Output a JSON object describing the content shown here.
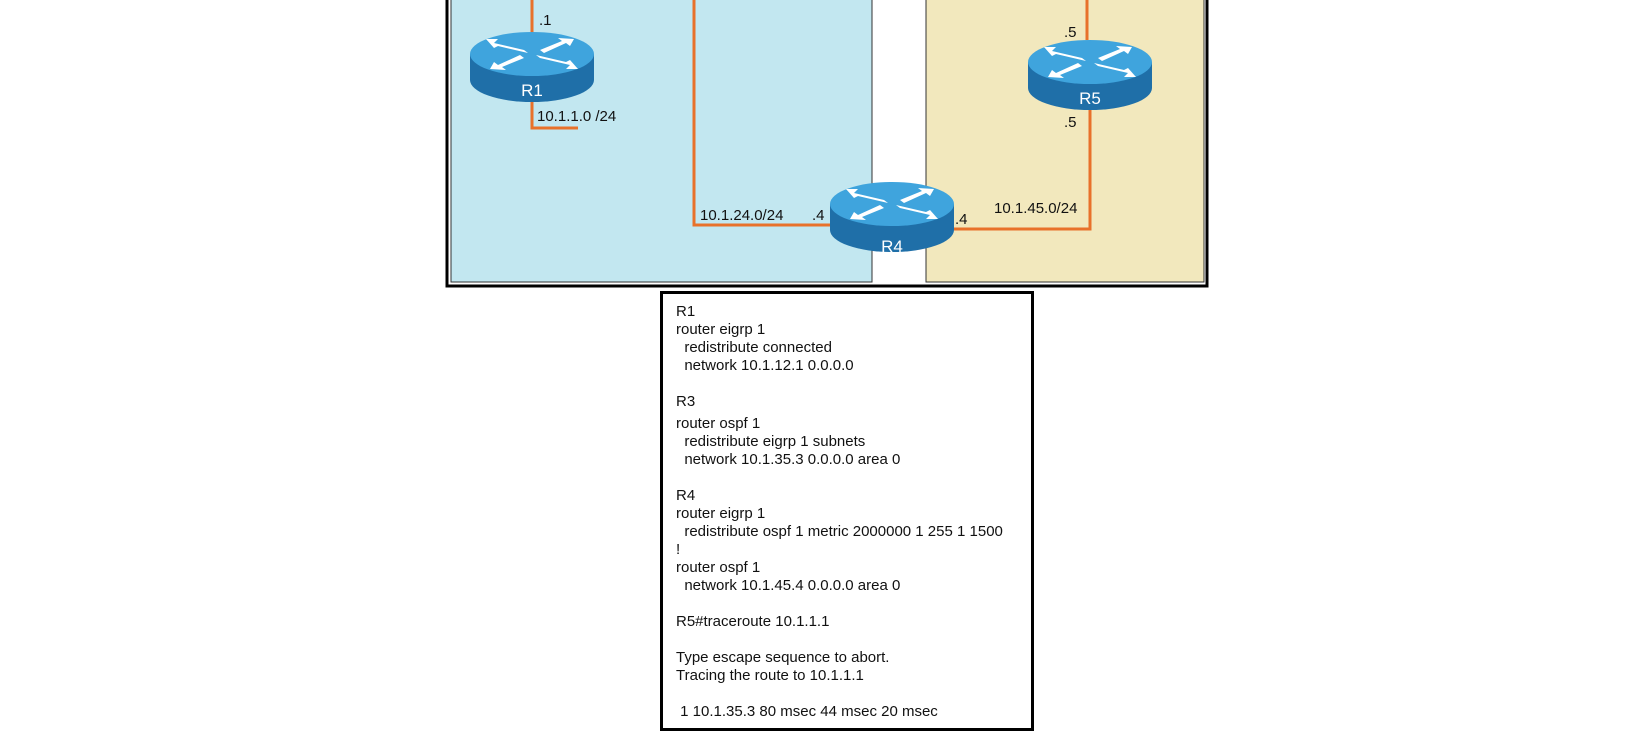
{
  "colors": {
    "left_area": "#c2e7f0",
    "right_area": "#f2e8bd",
    "link": "#e8712a",
    "router_top": "#3fa4dd",
    "router_side": "#1f6fa8"
  },
  "routers": [
    {
      "name": "R1"
    },
    {
      "name": "R5"
    },
    {
      "name": "R4"
    }
  ],
  "labels": {
    "r1_top_if": ".1",
    "r1_lan": "10.1.1.0 /24",
    "r5_top_if": ".5",
    "r5_bottom_if": ".5",
    "net_24": "10.1.24.0/24",
    "r4_left_if": ".4",
    "r4_right_if": ".4",
    "net_45": "10.1.45.0/24"
  },
  "config": {
    "r1": {
      "title": "R1",
      "lines": [
        "router eigrp 1",
        "  redistribute connected",
        "  network 10.1.12.1 0.0.0.0"
      ]
    },
    "r3": {
      "title": "R3",
      "lines": [
        "router ospf 1",
        "  redistribute eigrp 1 subnets",
        "  network 10.1.35.3 0.0.0.0 area 0"
      ]
    },
    "r4": {
      "title": "R4",
      "lines": [
        "router eigrp 1",
        "  redistribute ospf 1 metric 2000000 1 255 1 1500",
        "!",
        "router ospf 1",
        "  network 10.1.45.4 0.0.0.0 area 0"
      ]
    },
    "trace": {
      "command": "R5#traceroute 10.1.1.1",
      "lines": [
        "Type escape sequence to abort.",
        "Tracing the route to 10.1.1.1"
      ],
      "hop1": " 1 10.1.35.3 80 msec 44 msec 20 msec"
    }
  }
}
